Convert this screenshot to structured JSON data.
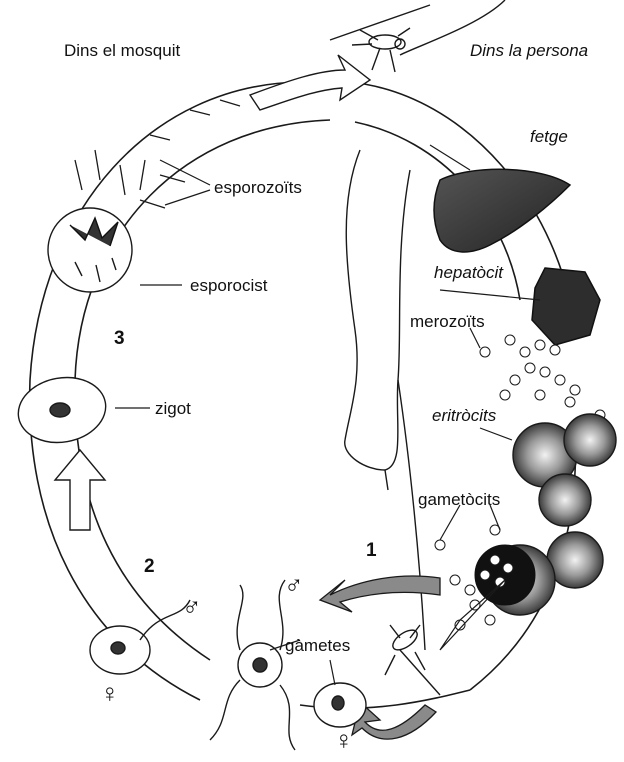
{
  "headings": {
    "mosquito": "Dins el mosquit",
    "person": "Dins la persona"
  },
  "labels": {
    "fetge": "fetge",
    "esporozoits": "esporozoïts",
    "esporocist": "esporocist",
    "hepatocit": "hepatòcit",
    "merozoits": "merozoïts",
    "zigot": "zigot",
    "eritrocits": "eritròcits",
    "gametocits": "gametòcits",
    "gametes": "gàmetes"
  },
  "stages": {
    "one": "1",
    "two": "2",
    "three": "3"
  },
  "symbols": {
    "male_top": "♂",
    "male_left": "♂",
    "female_left": "♀",
    "female_bottom": "♀"
  },
  "colors": {
    "ink": "#1a1a1a",
    "liver": "#3a3a3a",
    "cell_dark": "#555555",
    "arrow_grey": "#8a8a8a"
  },
  "icons": [
    "mosquito-icon",
    "liver-icon",
    "hepatocyte-icon",
    "erythrocyte-icon",
    "human-figure-icon"
  ]
}
